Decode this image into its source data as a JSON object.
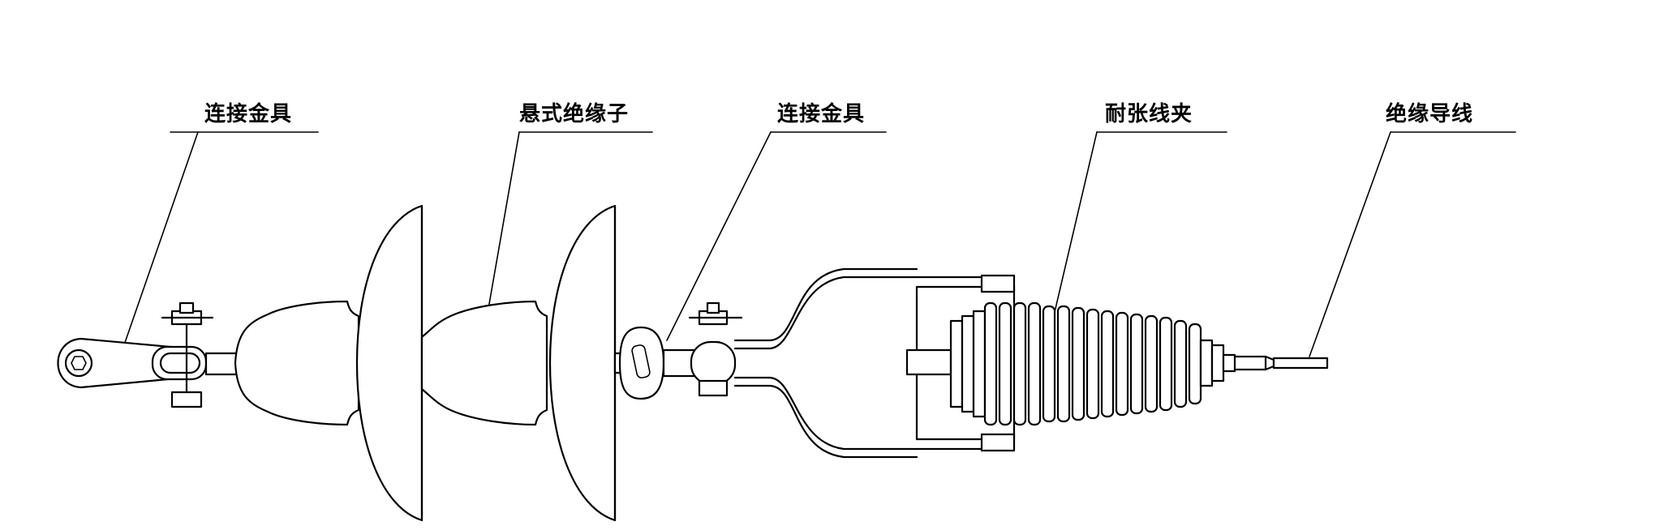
{
  "labels": {
    "fitting_left": "连接金具",
    "suspension_insulator": "悬式绝缘子",
    "fitting_right": "连接金具",
    "strain_clamp": "耐张线夹",
    "insulated_conductor": "绝缘导线"
  }
}
